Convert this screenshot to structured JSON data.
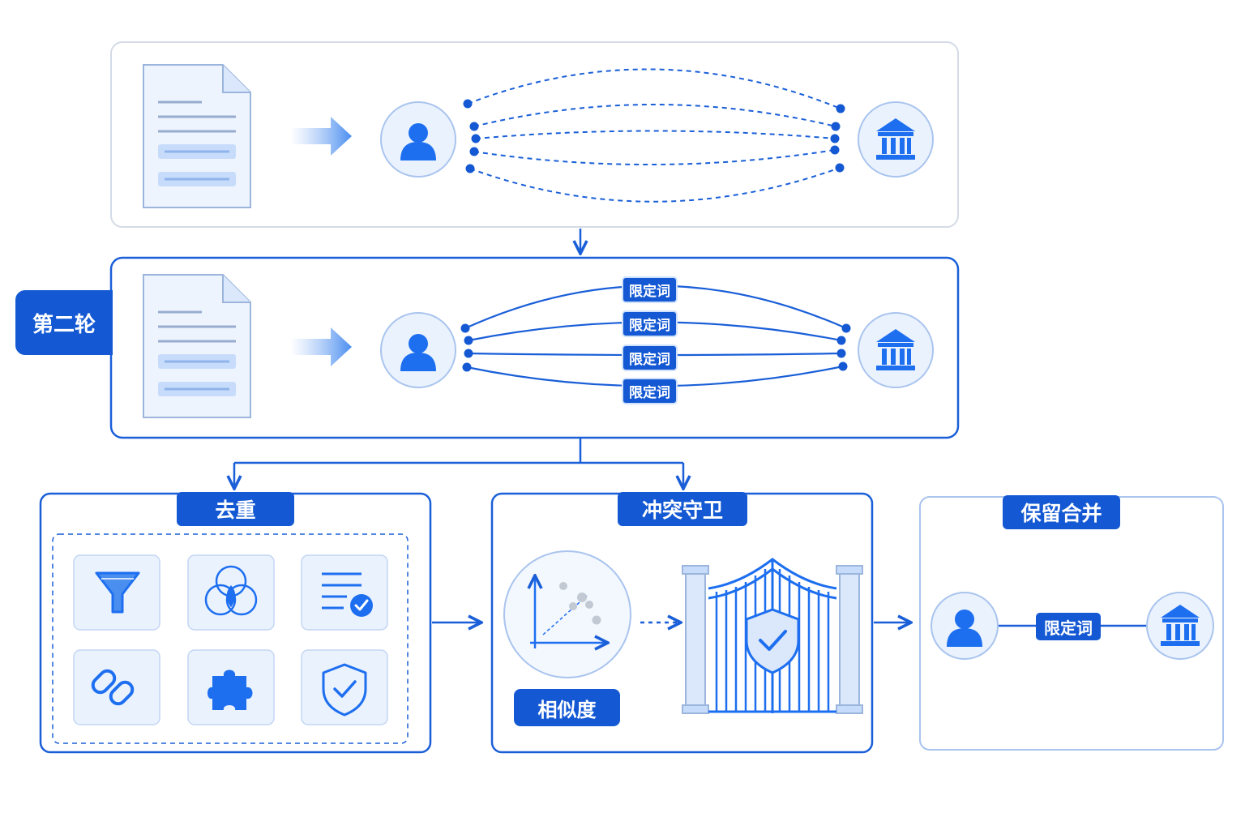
{
  "round": {
    "label": "第二轮"
  },
  "stage1": {
    "icons": [
      "document-icon",
      "arrow-right-icon",
      "person-icon",
      "institution-icon"
    ],
    "links": {
      "style": "dashed",
      "count": 5
    }
  },
  "stage2": {
    "qualifiers": [
      "限定词",
      "限定词",
      "限定词",
      "限定词"
    ]
  },
  "dedup": {
    "title": "去重",
    "tiles": [
      "funnel-icon",
      "venn-icon",
      "checklist-icon",
      "link-icon",
      "puzzle-icon",
      "shield-check-icon"
    ]
  },
  "conflict": {
    "title": "冲突守卫",
    "similarity_label": "相似度",
    "icons": [
      "scatter-chart-icon",
      "gate-icon",
      "shield-check-icon"
    ]
  },
  "merge": {
    "title": "保留合并",
    "qualifier": "限定词",
    "icons": [
      "person-icon",
      "institution-icon"
    ]
  },
  "colors": {
    "primary": "#1459d3",
    "line": "#1a5fd8",
    "light_fill": "#eaf2fe",
    "border_gray": "#d4dbe6",
    "icon_blue": "#1d6ff0"
  }
}
